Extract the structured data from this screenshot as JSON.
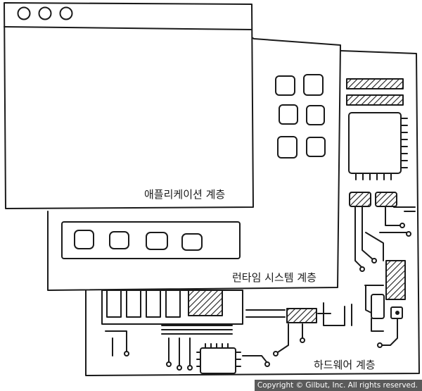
{
  "layers": {
    "application": {
      "label": "애플리케이션 계층"
    },
    "runtime": {
      "label": "런타임 시스템 계층"
    },
    "hardware": {
      "label": "하드웨어 계층"
    }
  },
  "footer": {
    "copyright": "Copyright © Gilbut, Inc. All rights reserved."
  },
  "colors": {
    "ink": "#1a1a1a",
    "paper": "#ffffff",
    "footer_bg": "#5a5a5a"
  }
}
